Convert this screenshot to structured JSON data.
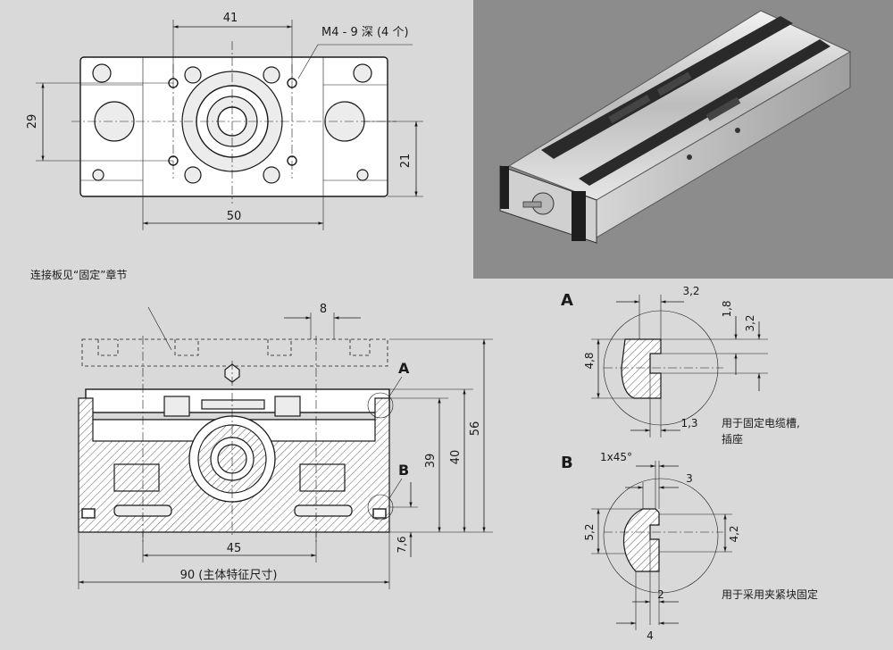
{
  "top_view": {
    "dim_41": "41",
    "thread_note": "M4 - 9 深 (4 个)",
    "dim_29": "29",
    "dim_21": "21",
    "dim_50": "50"
  },
  "section_view": {
    "note_connection_plate": "连接板见“固定”章节",
    "dim_8": "8",
    "label_a": "A",
    "label_b": "B",
    "dim_56": "56",
    "dim_40": "40",
    "dim_39": "39",
    "dim_45": "45",
    "dim_7_6": "7,6",
    "dim_90": "90 (主体特征尺寸)"
  },
  "detail_a": {
    "label": "A",
    "dim_3_2_top": "3,2",
    "dim_1_8": "1,8",
    "dim_3_2_side": "3,2",
    "dim_4_8": "4,8",
    "dim_1_3": "1,3",
    "note_line1": "用于固定电缆槽,",
    "note_line2": "插座"
  },
  "detail_b": {
    "label": "B",
    "dim_chamfer": "1x45°",
    "dim_3": "3",
    "dim_5_2": "5,2",
    "dim_4_2": "4,2",
    "dim_2": "2",
    "dim_4": "4",
    "note": "用于采用夹紧块固定"
  },
  "colors": {
    "background": "#d9d9d9",
    "photo_background": "#8c8c8c",
    "line": "#1a1a1a",
    "part_fill": "#ffffff"
  }
}
